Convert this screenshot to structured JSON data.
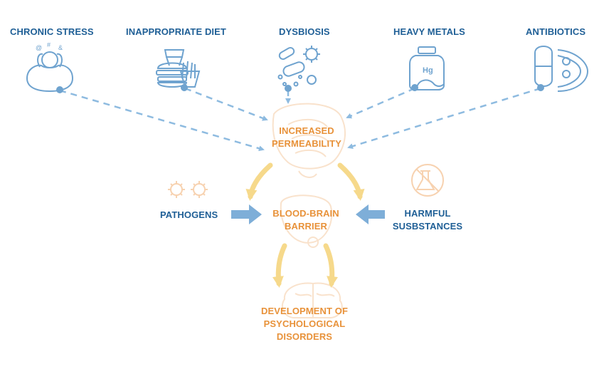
{
  "causes": [
    {
      "label": "CHRONIC STRESS",
      "icon": "stressed-person-icon"
    },
    {
      "label": "INAPPROPRIATE DIET",
      "icon": "fast-food-icon"
    },
    {
      "label": "DYSBIOSIS",
      "icon": "bacteria-icon"
    },
    {
      "label": "HEAVY METALS",
      "icon": "mercury-jar-icon"
    },
    {
      "label": "ANTIBIOTICS",
      "icon": "capsule-icon"
    }
  ],
  "mercury_symbol": "Hg",
  "center_steps": {
    "permeability": "INCREASED PERMEABILITY",
    "bbb": "BLOOD-BRAIN BARRIER",
    "outcome": "DEVELOPMENT OF PSYCHOLOGICAL DISORDERS"
  },
  "side_inputs": {
    "left": {
      "label": "PATHOGENS",
      "icon": "pathogen-icon"
    },
    "right": {
      "label": "HARMFUL SUSBSTANCES",
      "icon": "no-chemicals-icon"
    }
  },
  "colors": {
    "blue_text": "#1f5f96",
    "light_blue": "#6fa3cf",
    "arrow_blue": "#7eaed8",
    "orange_text": "#e8923a",
    "yellow_arrow": "#f6d98b",
    "faint_orange": "#f7d9bd"
  }
}
